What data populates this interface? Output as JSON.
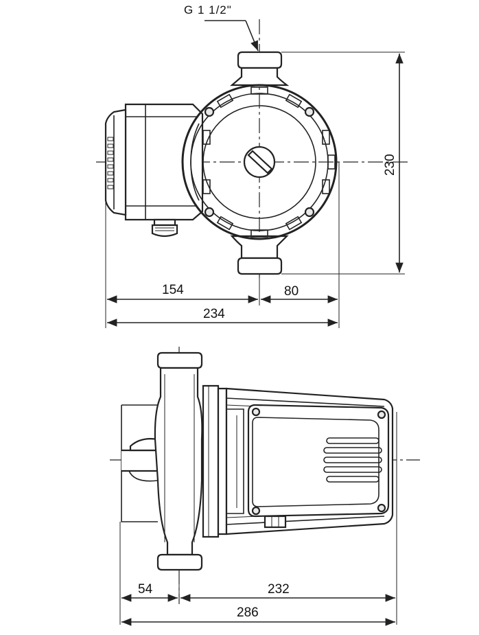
{
  "top_view": {
    "thread_label": "G 1 1/2\"",
    "dim_left": "154",
    "dim_right": "80",
    "dim_total_width": "234",
    "dim_height": "230"
  },
  "side_view": {
    "dim_left": "54",
    "dim_right": "232",
    "dim_total_length": "286"
  }
}
